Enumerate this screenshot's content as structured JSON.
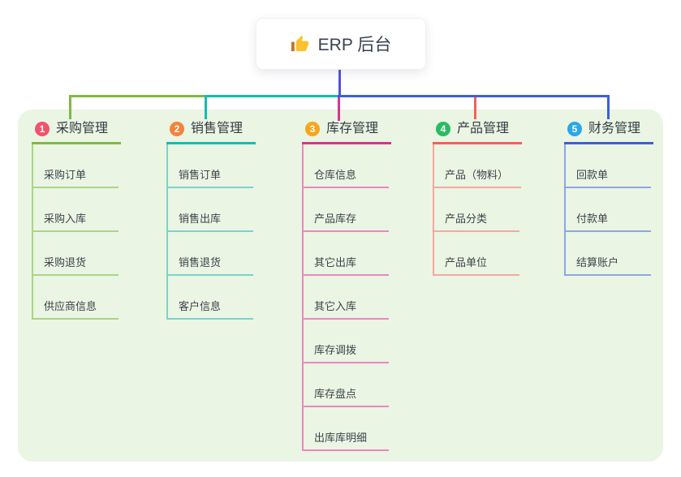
{
  "root": {
    "label": "ERP 后台",
    "icon": "thumbs-up-icon",
    "connector_color": "#4b55d5"
  },
  "panel": {
    "background": "#eaf5e3"
  },
  "branches": [
    {
      "number": "1",
      "title": "采购管理",
      "badge_color": "#f4516c",
      "line_color": "#7fba43",
      "light_color": "#abd583",
      "children": [
        "采购订单",
        "采购入库",
        "采购退货",
        "供应商信息"
      ]
    },
    {
      "number": "2",
      "title": "销售管理",
      "badge_color": "#f5823b",
      "line_color": "#13bcb4",
      "light_color": "#79d4cd",
      "children": [
        "销售订单",
        "销售出库",
        "销售退货",
        "客户信息"
      ]
    },
    {
      "number": "3",
      "title": "库存管理",
      "badge_color": "#f7a61c",
      "line_color": "#d5358e",
      "light_color": "#ee86c2",
      "children": [
        "仓库信息",
        "产品库存",
        "其它出库",
        "其它入库",
        "库存调拨",
        "库存盘点",
        "出库库明细"
      ]
    },
    {
      "number": "4",
      "title": "产品管理",
      "badge_color": "#28bd62",
      "line_color": "#f45f5f",
      "light_color": "#f8a6a2",
      "children": [
        "产品（物料）",
        "产品分类",
        "产品单位"
      ]
    },
    {
      "number": "5",
      "title": "财务管理",
      "badge_color": "#2aa7e8",
      "line_color": "#3f5ed6",
      "light_color": "#8ea5e8",
      "children": [
        "回款单",
        "付款单",
        "结算账户"
      ]
    }
  ]
}
